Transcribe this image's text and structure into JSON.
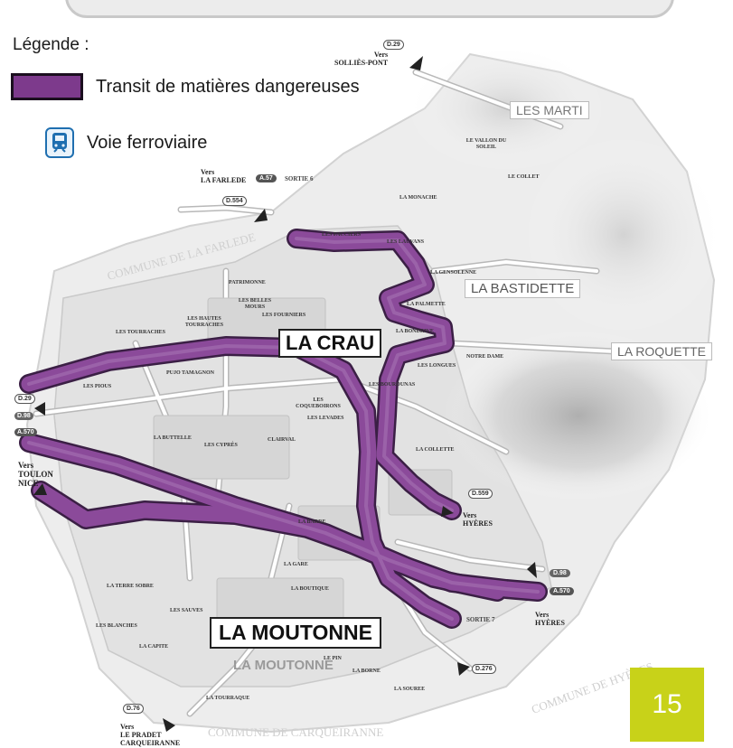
{
  "legend": {
    "title": "Légende :",
    "hazmat_label": "Transit de matières dangereuses",
    "rail_label": "Voie ferroviaire",
    "hazmat_color": "#7d3a8c",
    "rail_icon": "train-icon"
  },
  "towns": {
    "la_crau": "LA CRAU",
    "la_moutonne": "LA MOUTONNE",
    "la_moutonne_ghost": "LA MOUTONNE",
    "la_bastidette": "LA BASTIDETTE",
    "la_roquette": "LA ROQUETTE",
    "les_martins": "LES MARTI"
  },
  "directions": {
    "sollies_pont": "Vers\nSOLLIÈS-PONT",
    "la_farlede": "Vers\nLA FARLEDE",
    "toulon_nice": "Vers\nTOULON\nNICE",
    "hyeres_east": "Vers\nHYÈRES",
    "hyeres_south": "Vers\nHYÈRES",
    "le_pradet": "Vers\nLE PRADET\nCARQUEIRANNE"
  },
  "road_badges": {
    "d29_top": "D.29",
    "a57_farlede": "A.57",
    "sortie6": "SORTIE 6",
    "d554": "D.554",
    "d29_left": "D.29",
    "d98_left": "D.98",
    "a570_left": "A.570",
    "d559": "D.559",
    "d98_right": "D.98",
    "a570_right": "A.570",
    "sortie7": "SORTIE 7",
    "d276": "D.276",
    "d76": "D.76"
  },
  "places": [
    "LE VALLON DU SOLEIL",
    "LE COLLET",
    "LA MONACHE",
    "LES PACCIERS",
    "LES LAUVANS",
    "LA GENSOLENNE",
    "LA PALMETTE",
    "LA BONDRIVE",
    "PATRIMONNE",
    "LES BELLES MOURS",
    "LES FOURNIERS",
    "LES HAUTES TOURRACHES",
    "LES TOURRACHES",
    "LES LONGUES",
    "NOTRE DAME",
    "PUJO TAMAGNON",
    "LES COQUEBOIRONS",
    "LES LEVADES",
    "LES BOUROUNAS",
    "LA COLLETTE",
    "LES PIOUS",
    "LES CYPRÈS",
    "CLAIRVAL",
    "LA BUTTELLE",
    "LA GARE",
    "LE PIN",
    "LA TERRE SOBRE",
    "LA BOUTIQUE",
    "LES SAUVES",
    "LA CAPITE",
    "LA BARRE",
    "LES BLANCHES",
    "LA BORNE",
    "LA TOURRAQUE",
    "LA SOUREE"
  ],
  "page_number": "15"
}
